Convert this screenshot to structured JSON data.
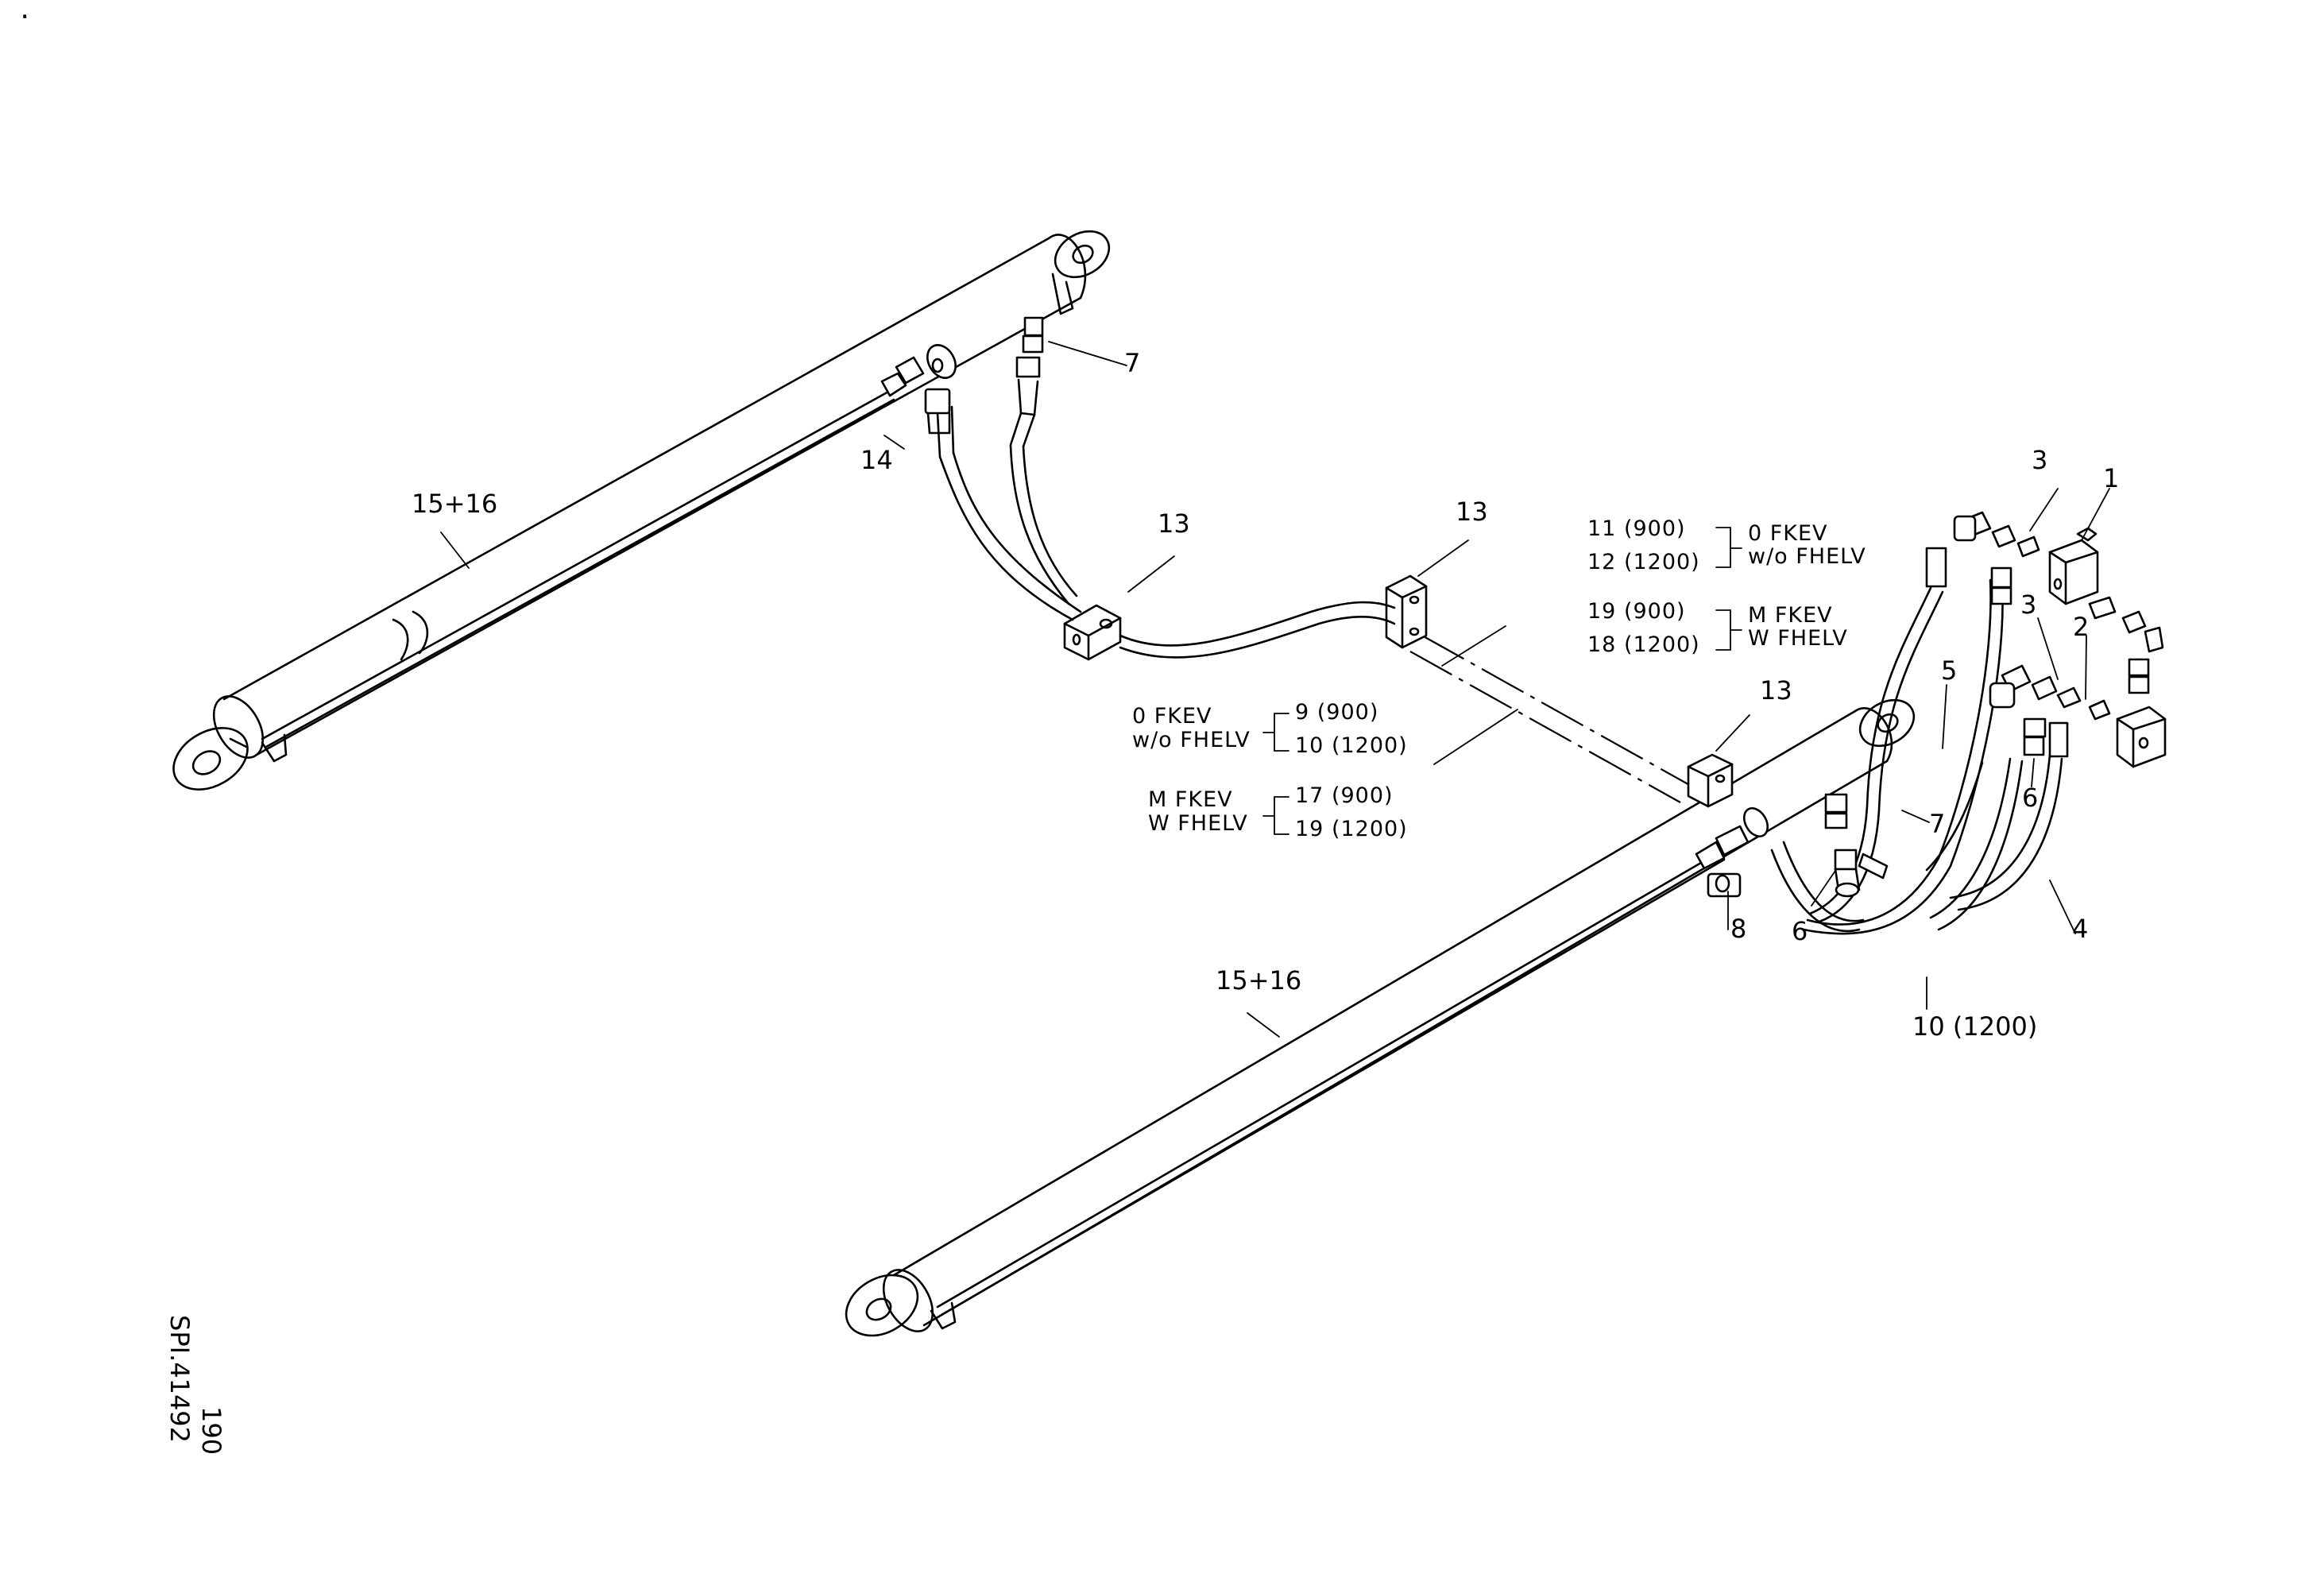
{
  "drawing": {
    "ref_code": "SPI.41492",
    "page_number": "190",
    "corner_mark": "."
  },
  "callouts": {
    "c1": "1",
    "c2": "2",
    "c3a": "3",
    "c3b": "3",
    "c4": "4",
    "c5": "5",
    "c6a": "6",
    "c6b": "6",
    "c7a": "7",
    "c7b": "7",
    "c8": "8",
    "c10": "10 (1200)",
    "c13a": "13",
    "c13b": "13",
    "c13c": "13",
    "c14": "14",
    "c15a": "15+16",
    "c15b": "15+16"
  },
  "variant_notes": {
    "top_a": {
      "lines": [
        "11 (900)",
        "12 (1200)"
      ],
      "condition": [
        "0 FKEV",
        "w/o FHELV"
      ]
    },
    "top_b": {
      "lines": [
        "19 (900)",
        "18 (1200)"
      ],
      "condition": [
        "M FKEV",
        "W FHELV"
      ]
    },
    "mid_a": {
      "condition": [
        "0 FKEV",
        "w/o FHELV"
      ],
      "lines": [
        "9   (900)",
        "10 (1200)"
      ]
    },
    "mid_b": {
      "condition": [
        "M FKEV",
        "W FHELV"
      ],
      "lines": [
        "17  (900)",
        "19 (1200)"
      ]
    }
  },
  "colors": {
    "ink": "#000000",
    "paper": "#ffffff"
  }
}
